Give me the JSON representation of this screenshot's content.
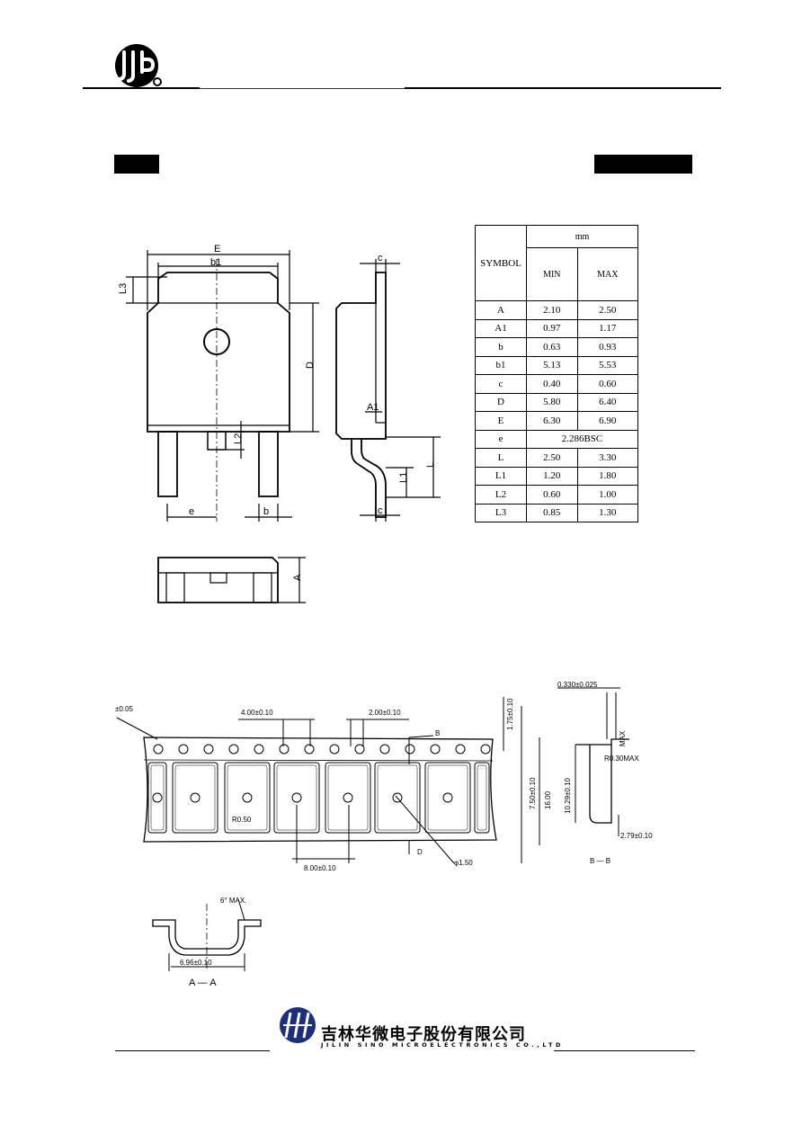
{
  "footer": {
    "company_cn": "吉林华微电子股份有限公司",
    "company_en": "JILIN SINO MICROELECTRONICS CO.,LTD"
  },
  "table": {
    "symbol_header": "SYMBOL",
    "unit": "mm",
    "min_header": "MIN",
    "max_header": "MAX",
    "rows": [
      {
        "symbol": "A",
        "min": "2.10",
        "max": "2.50"
      },
      {
        "symbol": "A1",
        "min": "0.97",
        "max": "1.17"
      },
      {
        "symbol": "b",
        "min": "0.63",
        "max": "0.93"
      },
      {
        "symbol": "b1",
        "min": "5.13",
        "max": "5.53"
      },
      {
        "symbol": "c",
        "min": "0.40",
        "max": "0.60"
      },
      {
        "symbol": "D",
        "min": "5.80",
        "max": "6.40"
      },
      {
        "symbol": "E",
        "min": "6.30",
        "max": "6.90"
      },
      {
        "symbol": "e",
        "span": "2.286BSC"
      },
      {
        "symbol": "L",
        "min": "2.50",
        "max": "3.30"
      },
      {
        "symbol": "L1",
        "min": "1.20",
        "max": "1.80"
      },
      {
        "symbol": "L2",
        "min": "0.60",
        "max": "1.00"
      },
      {
        "symbol": "L3",
        "min": "0.85",
        "max": "1.30"
      }
    ]
  },
  "package_labels": {
    "E": "E",
    "b1": "b1",
    "L3": "L3",
    "D": "D",
    "L2": "L2",
    "e": "e",
    "b": "b",
    "c_top": "c",
    "A1": "A1",
    "L": "L",
    "L1": "L1",
    "c_bottom": "c",
    "A": "A"
  },
  "tape_labels": {
    "hole_tol": "±0.05",
    "pitch_4": "4.00±0.10",
    "pitch_2": "2.00±0.10",
    "B": "B",
    "edge": "1.75±0.10",
    "center": "7.50±0.10",
    "width": "16.00",
    "R": "R0.50",
    "pitch_8": "8.00±0.10",
    "D": "D",
    "hole_dia": "φ1.50",
    "thickness": "0.330±0.025",
    "max_label": "MAX",
    "radius_max": "R0.30MAX",
    "cavity_depth": "10.29±0.10",
    "cavity_bottom": "2.79±0.10",
    "section_bb": "B — B",
    "angle": "6° MAX.",
    "cavity_width": "6.96±0.10",
    "section_aa": "A — A"
  }
}
